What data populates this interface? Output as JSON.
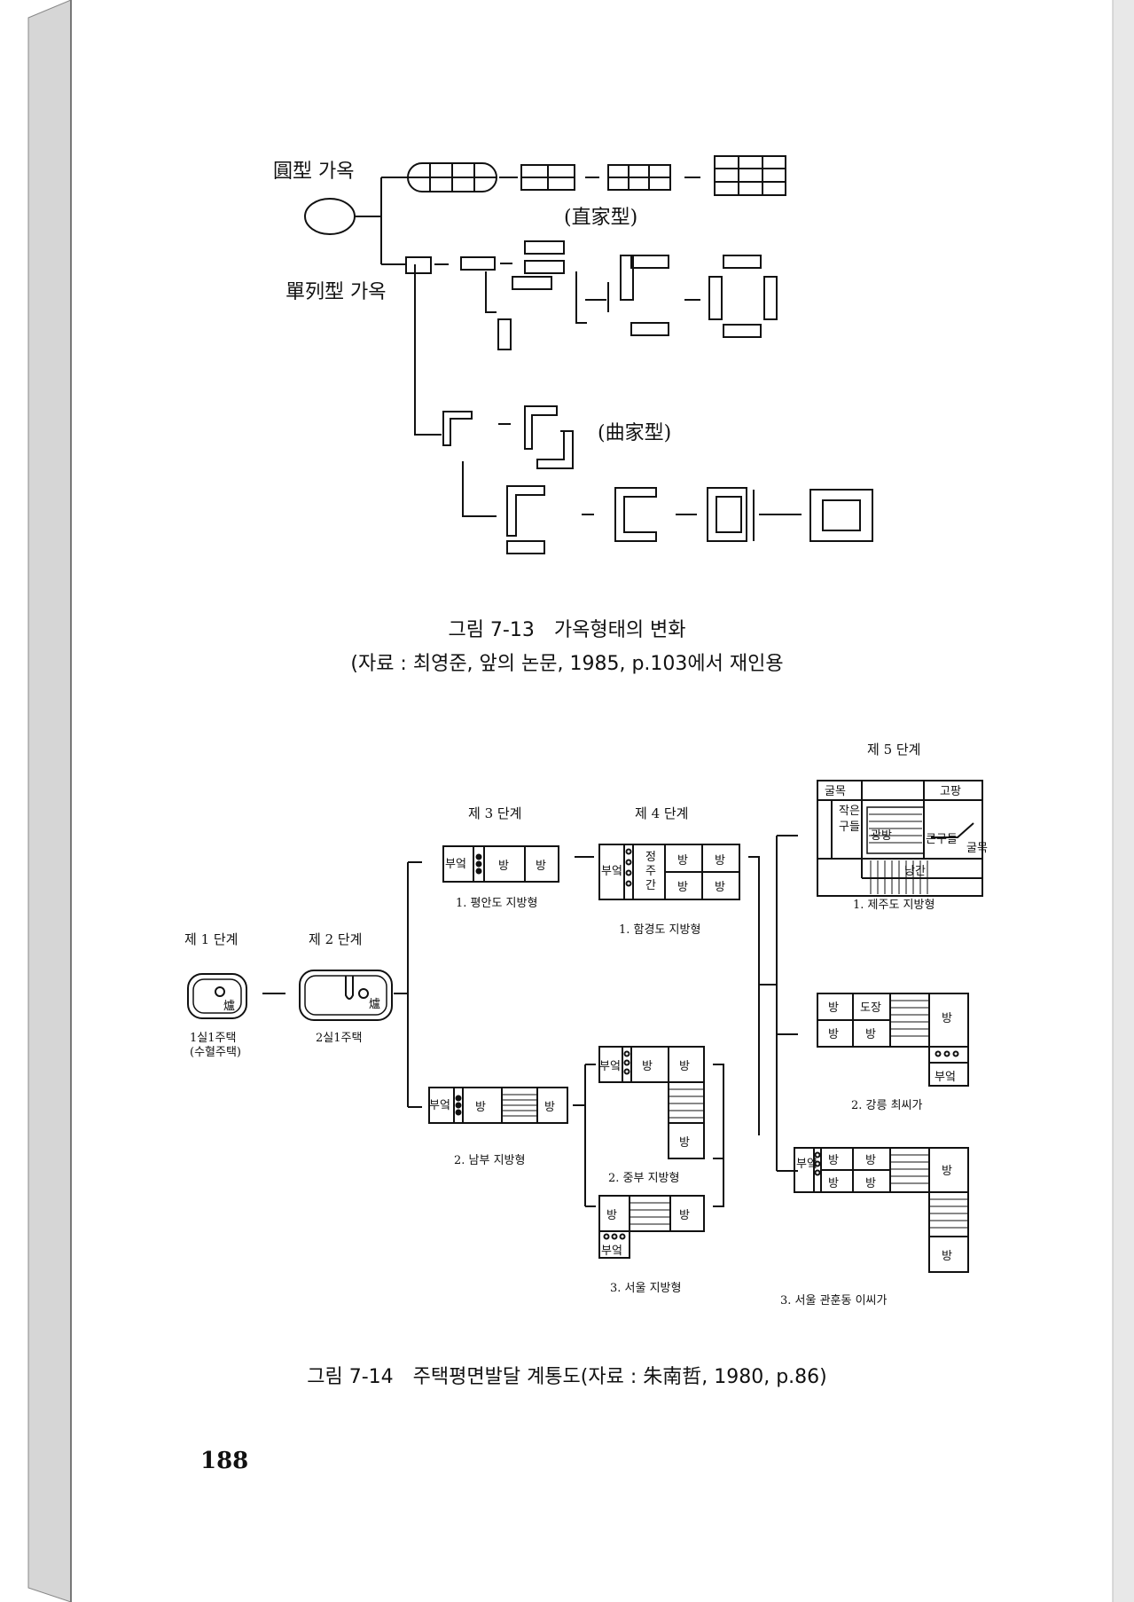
{
  "fig13": {
    "round_label": "圓型 가옥",
    "single_label": "單列型 가옥",
    "straight_label": "(直家型)",
    "curved_label": "(曲家型)",
    "caption_title": "그림 7-13　가옥형태의 변화",
    "caption_source": "(자료 : 최영준, 앞의 논문, 1985, p.103에서 재인용"
  },
  "fig14": {
    "stage1": "제 1 단계",
    "stage2": "제 2 단계",
    "stage3": "제 3 단계",
    "stage4": "제 4 단계",
    "stage5": "제 5 단계",
    "s1_name_a": "1실1주택",
    "s1_name_b": "(수혈주택)",
    "s2_name": "2실1주택",
    "hearth": "爐",
    "s3a_name": "1. 평안도 지방형",
    "s3b_name": "2. 남부 지방형",
    "s4a_name": "1. 함경도 지방형",
    "s4b_name": "2. 중부 지방형",
    "s4c_name": "3. 서울 지방형",
    "s5a_name": "1. 제주도 지방형",
    "s5b_name": "2. 강릉 최씨가",
    "s5c_name": "3. 서울 관훈동 이씨가",
    "room": "방",
    "kitchen": "부엌",
    "jeongju": [
      "정",
      "주",
      "간"
    ],
    "gulmok": "굴목",
    "jageun": "작은",
    "gudeul": "구들",
    "gopang": "고팡",
    "gwangbang": "광방",
    "keungudeul": "큰구들",
    "nanggan": "낭간",
    "dojang": "도장",
    "caption": "그림 7-14　주택평면발달 계통도(자료 : 朱南哲, 1980, p.86)"
  },
  "page_number": "188"
}
